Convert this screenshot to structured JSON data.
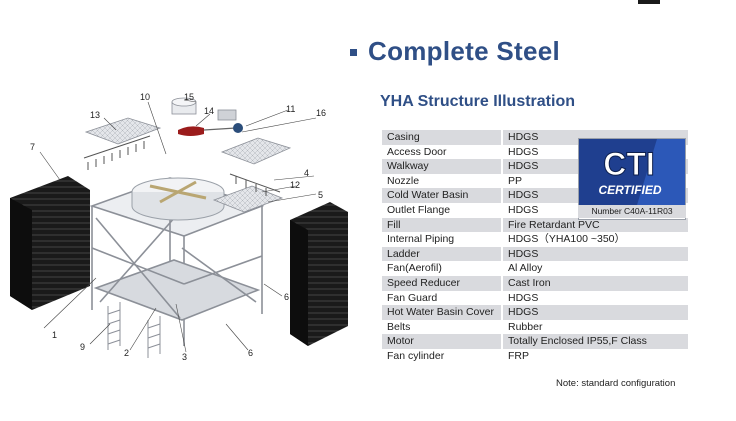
{
  "heading": "Complete Steel",
  "subheading": "YHA Structure Illustration",
  "spec_rows": [
    {
      "part": "Casing",
      "material": "HDGS"
    },
    {
      "part": "Access Door",
      "material": "HDGS"
    },
    {
      "part": "Walkway",
      "material": "HDGS"
    },
    {
      "part": "Nozzle",
      "material": "PP"
    },
    {
      "part": "Cold Water Basin",
      "material": "HDGS"
    },
    {
      "part": "Outlet Flange",
      "material": "HDGS"
    },
    {
      "part": "Fill",
      "material": "Fire Retardant PVC"
    },
    {
      "part": "Internal Piping",
      "material": "HDGS（YHA100 ~350）"
    },
    {
      "part": "Ladder",
      "material": "HDGS"
    },
    {
      "part": "Fan(Aerofil)",
      "material": "Al Alloy"
    },
    {
      "part": "Speed Reducer",
      "material": "Cast Iron"
    },
    {
      "part": "Fan Guard",
      "material": "HDGS"
    },
    {
      "part": "Hot Water Basin Cover",
      "material": "HDGS"
    },
    {
      "part": "Belts",
      "material": "Rubber"
    },
    {
      "part": "Motor",
      "material": "Totally Enclosed IP55,F Class"
    },
    {
      "part": "Fan cylinder",
      "material": "FRP"
    }
  ],
  "cti_badge": {
    "logo": "CTI",
    "status": "CERTIFIED",
    "number": "Number C40A-11R03"
  },
  "note": "Note: standard configuration",
  "callouts": [
    "1",
    "2",
    "3",
    "4",
    "5",
    "6",
    "6",
    "7",
    "9",
    "10",
    "11",
    "12",
    "13",
    "14",
    "15",
    "16"
  ]
}
